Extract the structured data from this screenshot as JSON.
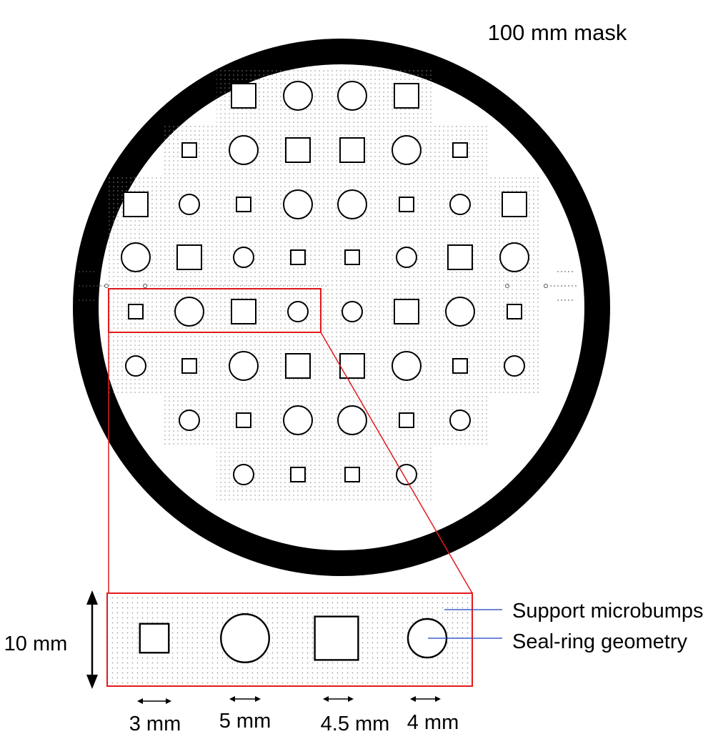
{
  "labels": {
    "mask_title": "100 mm mask",
    "height_dim": "10 mm",
    "support_label": "Support microbumps",
    "seal_label": "Seal-ring geometry",
    "dim_3": "3 mm",
    "dim_5": "5 mm",
    "dim_45": "4.5 mm",
    "dim_4": "4 mm"
  },
  "colors": {
    "highlight": "#e31a1c",
    "leader": "#1f3fbf",
    "ring": "#000000",
    "dots": "#8a8a8a"
  },
  "wafer_grid": {
    "rows": [
      [
        "empty",
        "empty",
        "S",
        "C",
        "C",
        "S",
        "empty",
        "empty"
      ],
      [
        "empty",
        "s",
        "C",
        "S",
        "S",
        "C",
        "s",
        "empty"
      ],
      [
        "S",
        "c",
        "s",
        "C",
        "C",
        "s",
        "c",
        "S"
      ],
      [
        "C",
        "S",
        "c",
        "s",
        "s",
        "c",
        "S",
        "C"
      ],
      [
        "s",
        "C",
        "S",
        "c",
        "c",
        "S",
        "C",
        "s"
      ],
      [
        "c",
        "s",
        "C",
        "S",
        "S",
        "C",
        "s",
        "c"
      ],
      [
        "empty",
        "c",
        "s",
        "C",
        "C",
        "s",
        "c",
        "empty"
      ],
      [
        "empty",
        "empty",
        "c",
        "s",
        "s",
        "c",
        "empty",
        "empty"
      ]
    ],
    "legend": {
      "S": "large square",
      "s": "small square",
      "C": "large circle",
      "c": "small circle"
    }
  },
  "inset_features": [
    {
      "shape": "square",
      "size_mm": 3
    },
    {
      "shape": "circle",
      "size_mm": 5
    },
    {
      "shape": "square",
      "size_mm": 4.5
    },
    {
      "shape": "circle",
      "size_mm": 4
    }
  ]
}
